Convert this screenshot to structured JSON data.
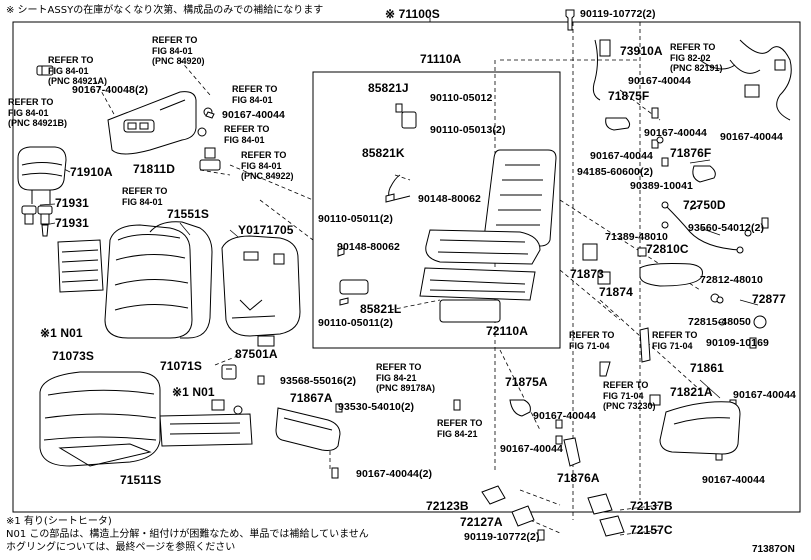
{
  "header_note": "※ シートASSYの在庫がなくなり次第、構成品のみでの補給になります",
  "main_assembly": "※ 71100S",
  "sub_assembly": "71110A",
  "frame_assembly": "72110A",
  "references": {
    "r1": [
      "REFER TO",
      "FIG 84-01",
      "(PNC 84921A)"
    ],
    "r2": [
      "REFER TO",
      "FIG 84-01",
      "(PNC 84920)"
    ],
    "r3": [
      "REFER TO",
      "FIG 84-01"
    ],
    "r4": [
      "REFER TO",
      "FIG 84-01",
      "(PNC 84921B)"
    ],
    "r5": [
      "REFER TO",
      "FIG 84-01"
    ],
    "r6": [
      "REFER TO",
      "FIG 84-01",
      "(PNC 84922)"
    ],
    "r7": [
      "REFER TO",
      "FIG 84-01"
    ],
    "r8": [
      "REFER TO",
      "FIG 82-02",
      "(PNC 82191)"
    ],
    "r9": [
      "REFER TO",
      "FIG 84-21",
      "(PNC 89178A)"
    ],
    "r10": [
      "REFER TO",
      "FIG 84-21"
    ],
    "r11": [
      "REFER TO",
      "FIG 71-04"
    ],
    "r12": [
      "REFER TO",
      "FIG 71-04"
    ],
    "r13": [
      "REFER TO",
      "FIG 71-04",
      "(PNC 73230)"
    ]
  },
  "parts": {
    "p_90167_40048": "90167-40048(2)",
    "p_90167_40044_a": "90167-40044",
    "p_71811D": "71811D",
    "p_71910A": "71910A",
    "p_71931_a": "71931",
    "p_71931_b": "71931",
    "p_71551S": "71551S",
    "p_Y0171705": "Y0171705",
    "p_N01_a": "※1 N01",
    "p_71073S": "71073S",
    "p_71071S": "71071S",
    "p_87501A": "87501A",
    "p_N01_b": "※1 N01",
    "p_71511S": "71511S",
    "p_93568": "93568-55016(2)",
    "p_71867A": "71867A",
    "p_93530": "93530-54010(2)",
    "p_90167_40044_2": "90167-40044(2)",
    "p_85821J": "85821J",
    "p_90110_05012": "90110-05012",
    "p_90110_05013": "90110-05013(2)",
    "p_85821K": "85821K",
    "p_90148_80062_a": "90148-80062",
    "p_90110_05011_a": "90110-05011(2)",
    "p_90148_80062_b": "90148-80062",
    "p_85821L": "85821L",
    "p_90110_05011_b": "90110-05011(2)",
    "p_90119_10772_a": "90119-10772(2)",
    "p_73910A": "73910A",
    "p_90167_40044_b": "90167-40044",
    "p_71875F": "71875F",
    "p_90167_40044_c": "90167-40044",
    "p_90167_40044_d": "90167-40044",
    "p_90167_40044_e": "90167-40044",
    "p_71876F": "71876F",
    "p_94185": "94185-60600(2)",
    "p_90389": "90389-10041",
    "p_72750D": "72750D",
    "p_93560": "93560-54012(2)",
    "p_71389": "71389-48010",
    "p_72810C": "72810C",
    "p_71873": "71873",
    "p_71874": "71874",
    "p_72812": "72812-48010",
    "p_72877": "72877",
    "p_72815": "72815-48050",
    "p_90109": "90109-10169",
    "p_71861": "71861",
    "p_71821A": "71821A",
    "p_90167_40044_f": "90167-40044",
    "p_90167_40044_g": "90167-40044",
    "p_71875A": "71875A",
    "p_90167_40044_h": "90167-40044",
    "p_90167_40044_i": "90167-40044",
    "p_71876A": "71876A",
    "p_72123B": "72123B",
    "p_72127A": "72127A",
    "p_90119_10772_b": "90119-10772(2)",
    "p_72137B": "72137B",
    "p_72157C": "72157C"
  },
  "footer": {
    "line1": "※1 有り(シートヒータ)",
    "line2": "N01 この部品は、構造上分解・組付けが困難なため、単品では補給していません",
    "line3": "ホグリングについては、最終ページを参照ください"
  },
  "diagram_code": "71387ON"
}
